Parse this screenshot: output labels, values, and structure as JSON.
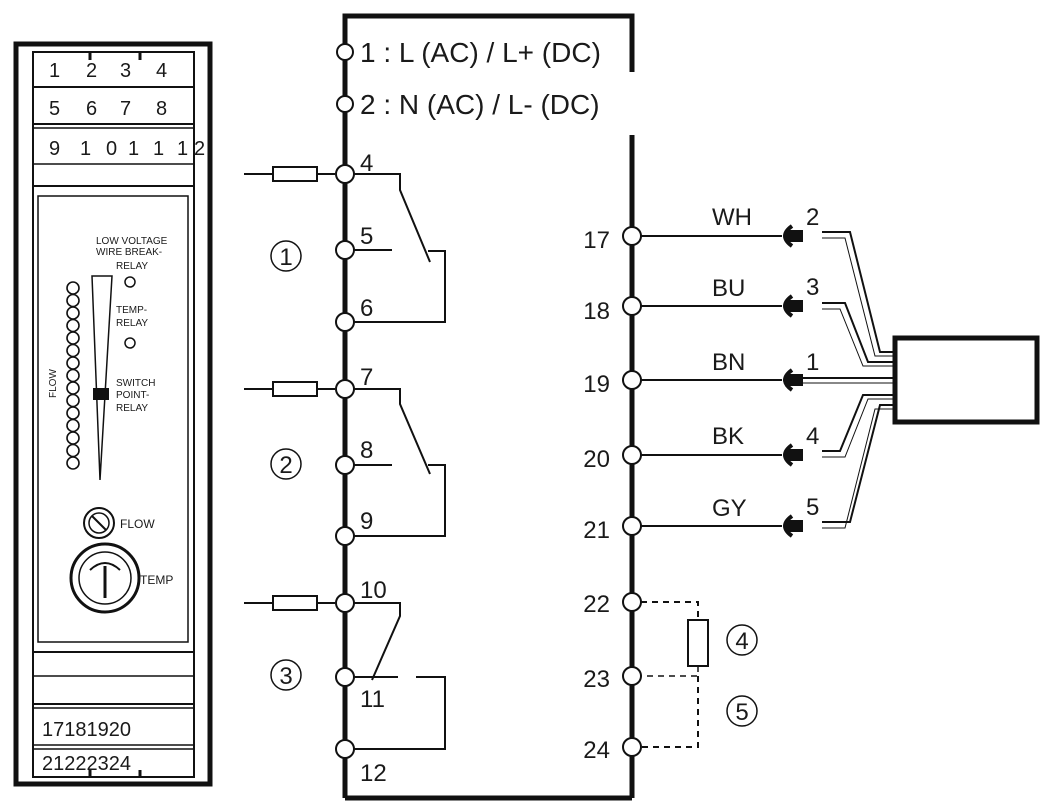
{
  "device": {
    "terminal_rows": [
      [
        "1",
        "2",
        "3",
        "4"
      ],
      [
        "5",
        "6",
        "7",
        "8"
      ],
      [
        "9",
        "1",
        "0",
        "1",
        "1",
        "1",
        "2"
      ]
    ],
    "bottom_rows": [
      "17181920",
      "21222324"
    ],
    "labels": {
      "low_voltage": "LOW VOLTAGE",
      "wire_break": "WIRE BREAK-",
      "relay": "RELAY",
      "temp": "TEMP-",
      "temp_relay": "RELAY",
      "switch": "SWITCH",
      "point": "POINT-",
      "switch_relay": "RELAY",
      "flow_vertical": "FLOW",
      "flow_knob": "FLOW",
      "temp_knob": "TEMP"
    }
  },
  "terminals_left": {
    "t1": "1 : L (AC) / L+ (DC)",
    "t2": "2 : N (AC) / L- (DC)",
    "t4": "4",
    "t5": "5",
    "t6": "6",
    "t7": "7",
    "t8": "8",
    "t9": "9",
    "t10": "10",
    "t11": "11",
    "t12": "12"
  },
  "relay_markers": [
    "1",
    "2",
    "3"
  ],
  "terminals_right": [
    "17",
    "18",
    "19",
    "20",
    "21",
    "22",
    "23",
    "24"
  ],
  "wires": [
    {
      "color": "WH",
      "pin": "2"
    },
    {
      "color": "BU",
      "pin": "3"
    },
    {
      "color": "BN",
      "pin": "1"
    },
    {
      "color": "BK",
      "pin": "4"
    },
    {
      "color": "GY",
      "pin": "5"
    }
  ],
  "resistor_markers": [
    "4",
    "5"
  ]
}
